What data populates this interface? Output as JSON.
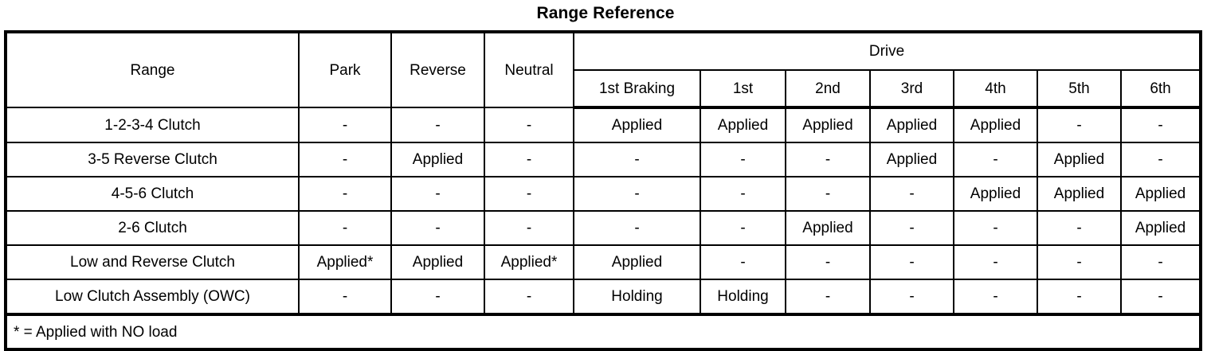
{
  "document": {
    "title": "Range Reference"
  },
  "table": {
    "first_column_header": "Range",
    "group_header": "Drive",
    "columns": [
      "Park",
      "Reverse",
      "Neutral",
      "1st Braking",
      "1st",
      "2nd",
      "3rd",
      "4th",
      "5th",
      "6th"
    ],
    "drive_columns": [
      "1st Braking",
      "1st",
      "2nd",
      "3rd",
      "4th",
      "5th",
      "6th"
    ],
    "rows": [
      {
        "label": "1-2-3-4 Clutch",
        "values": [
          "-",
          "-",
          "-",
          "Applied",
          "Applied",
          "Applied",
          "Applied",
          "Applied",
          "-",
          "-"
        ]
      },
      {
        "label": "3-5 Reverse Clutch",
        "values": [
          "-",
          "Applied",
          "-",
          "-",
          "-",
          "-",
          "Applied",
          "-",
          "Applied",
          "-"
        ]
      },
      {
        "label": "4-5-6 Clutch",
        "values": [
          "-",
          "-",
          "-",
          "-",
          "-",
          "-",
          "-",
          "Applied",
          "Applied",
          "Applied"
        ]
      },
      {
        "label": "2-6 Clutch",
        "values": [
          "-",
          "-",
          "-",
          "-",
          "-",
          "Applied",
          "-",
          "-",
          "-",
          "Applied"
        ]
      },
      {
        "label": "Low and Reverse Clutch",
        "values": [
          "Applied*",
          "Applied",
          "Applied*",
          "Applied",
          "-",
          "-",
          "-",
          "-",
          "-",
          "-"
        ]
      },
      {
        "label": "Low Clutch Assembly (OWC)",
        "values": [
          "-",
          "-",
          "-",
          "Holding",
          "Holding",
          "-",
          "-",
          "-",
          "-",
          "-"
        ]
      }
    ],
    "footnote": "* = Applied with NO load"
  }
}
